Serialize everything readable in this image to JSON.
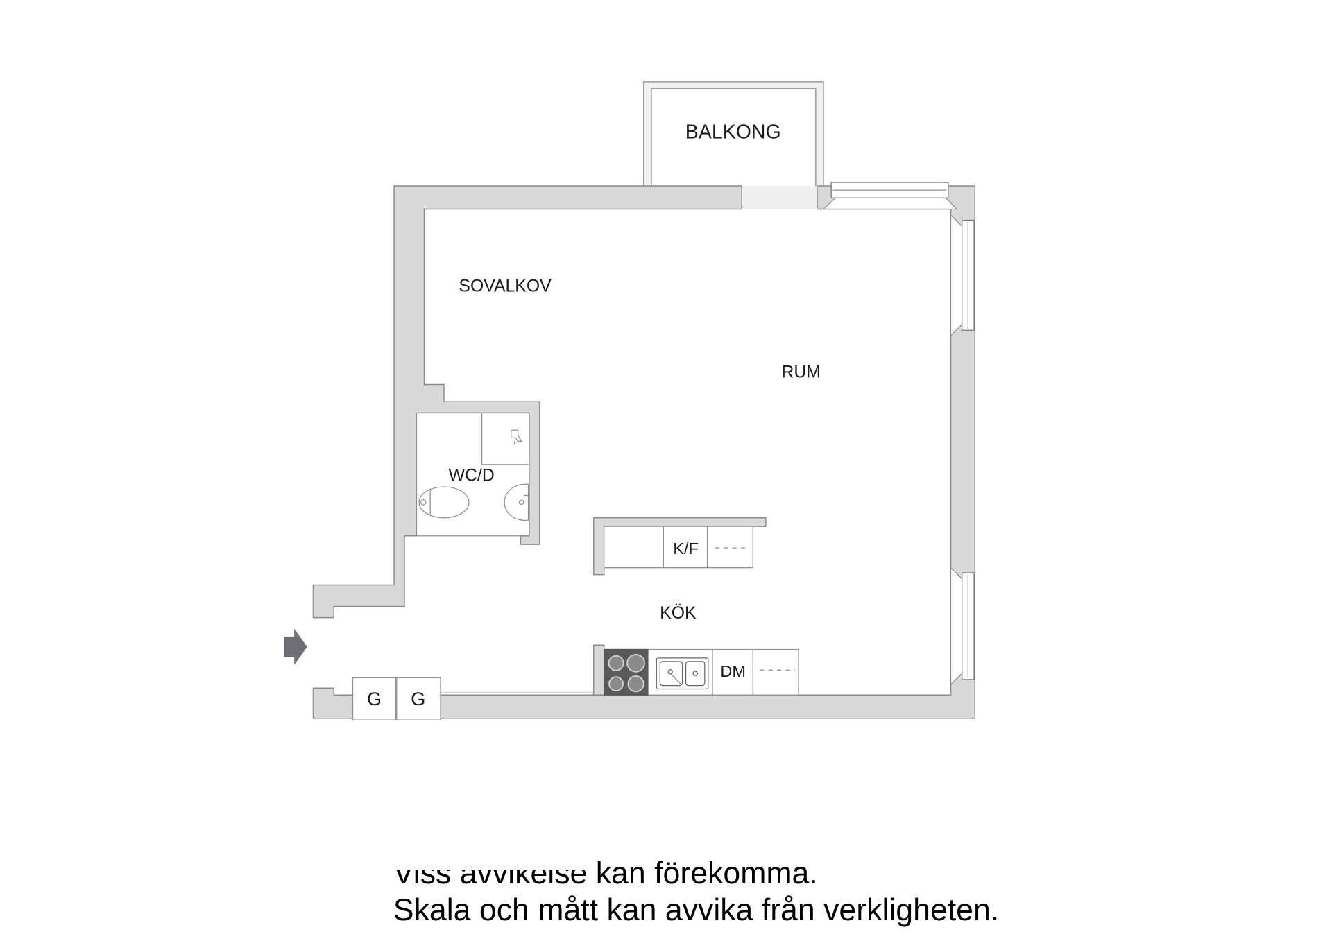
{
  "floor_plan": {
    "rooms": {
      "balcony": "BALKONG",
      "sleeping_alcove": "SOVALKOV",
      "living_room": "RUM",
      "bathroom": "WC/D",
      "kitchen": "KÖK"
    },
    "fixtures": {
      "fridge_freezer": "K/F",
      "dishwasher": "DM",
      "wardrobe_1": "G",
      "wardrobe_2": "G"
    }
  },
  "disclaimer": {
    "line1": "Viss avvikelse kan förekomma.",
    "line2": "Skala och mått kan avvika från verkligheten."
  },
  "icons": {
    "entrance": "entrance-arrow-icon",
    "stove": "stove-icon",
    "kitchen_sink": "kitchen-sink-icon",
    "toilet": "toilet-icon",
    "wash_basin": "wash-basin-icon",
    "shower": "shower-icon"
  },
  "colors": {
    "wall_fill": "#d9d9d9",
    "wall_stroke": "#8a8a8a",
    "arrow": "#6e6e74",
    "background": "#ffffff",
    "label": "#1a1a1a",
    "stove": "#5a5a5a"
  }
}
